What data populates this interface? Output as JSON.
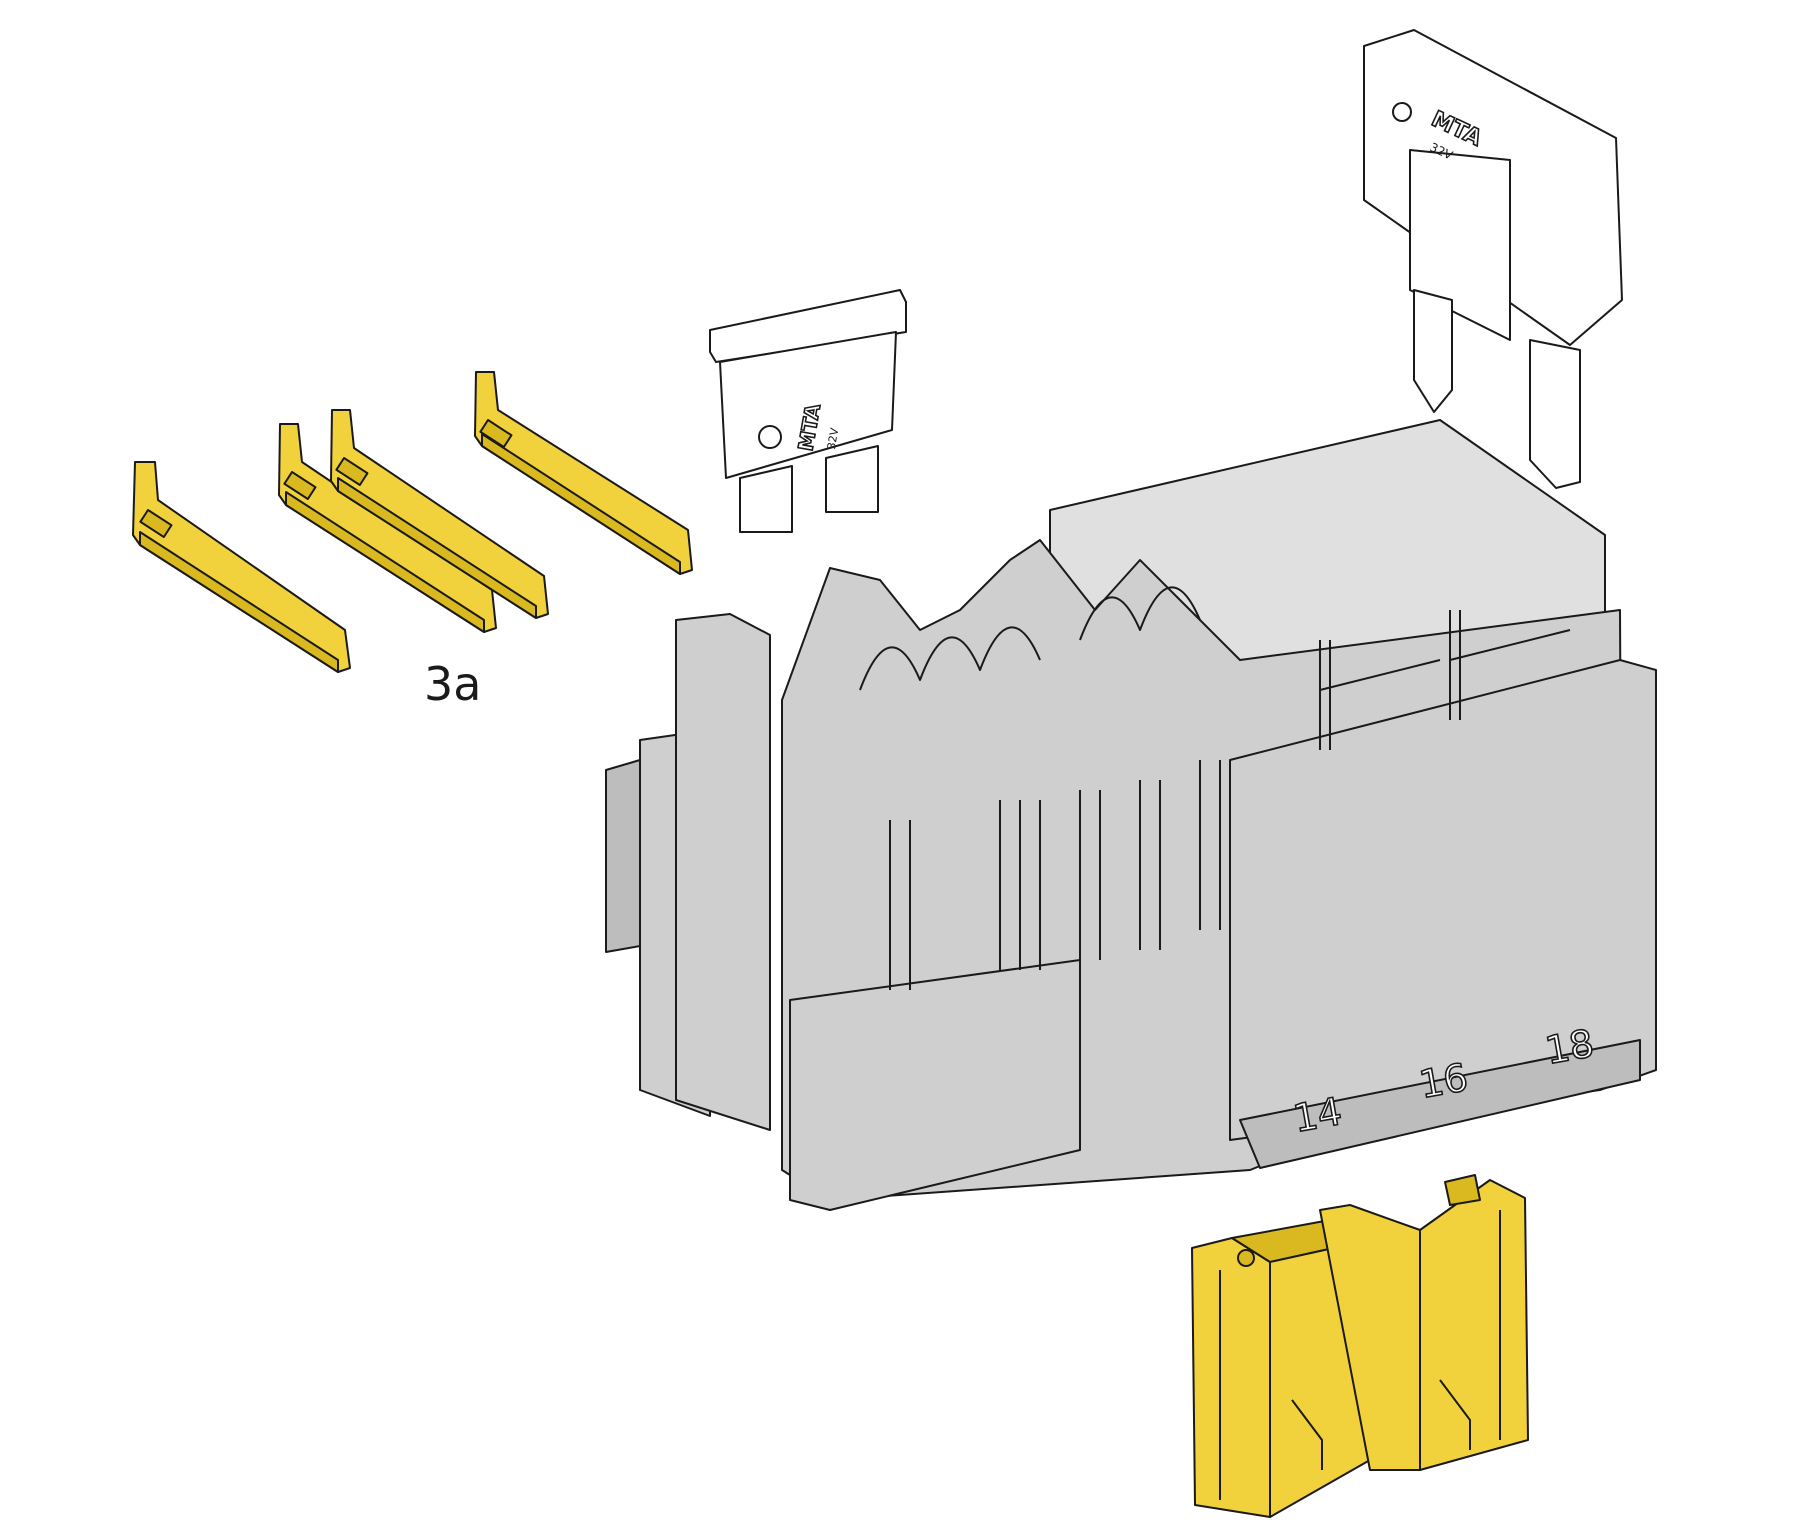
{
  "callout_label": "3a",
  "housing_numbers": [
    "14",
    "16",
    "18"
  ],
  "fuses": [
    {
      "brand": "MTA",
      "rating": "32V"
    },
    {
      "brand": "MTA",
      "rating": "32V"
    }
  ],
  "colors": {
    "housing": "#cfcfcf",
    "clips": "#f2d23c",
    "fuse_body": "#ffffff"
  }
}
